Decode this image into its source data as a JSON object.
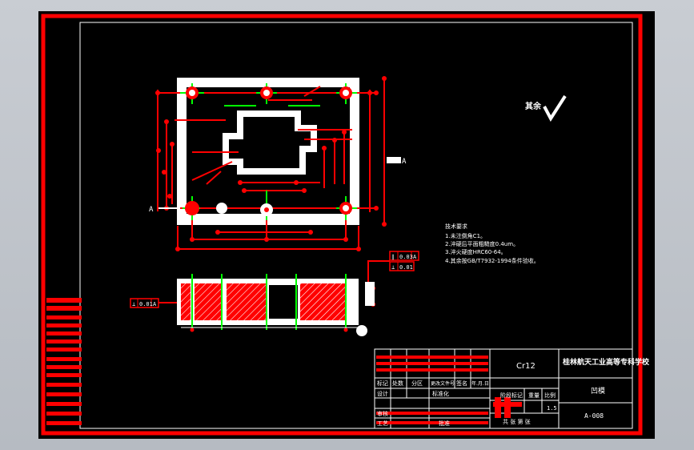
{
  "colors": {
    "background": "#000000",
    "frame": "#ff0000",
    "lines": "#ffffff",
    "center": "#00ff00",
    "viewer": "#c4c8ce"
  },
  "drawing": {
    "datum_label": "A",
    "datum_label_left": "A",
    "datum_tag": "A",
    "roughness_mark": "其余",
    "tolerance_top": {
      "symbol": "∥",
      "value": "0.03",
      "datum": "A"
    },
    "tolerance_mid": {
      "symbol": "⊥",
      "value": "0.01",
      "datum": ""
    },
    "tolerance_left": {
      "symbol": "⊥",
      "value": "0.01",
      "datum": "A"
    },
    "notes": {
      "heading": "技术要求",
      "lines": [
        "1.未注倒角C1。",
        "2.淬硬后平面粗糙度0.4um。",
        "3.淬火硬度HRC60-64。",
        "4.其余按GB/T7932-1994条件验收。"
      ]
    }
  },
  "title_block": {
    "material": "Cr12",
    "school": "桂林航天工业高等专科学校",
    "part_name": "凹模",
    "drawing_no": "A-008",
    "scale": "1.5",
    "labels": {
      "marks": "标记",
      "count": "处数",
      "zone": "分区",
      "change_doc": "更改文件号",
      "sign": "签名",
      "date": "年.月.日",
      "design": "设计",
      "standard": "标准化",
      "stage_mark": "阶段标记",
      "weight": "重量",
      "ratio": "比例",
      "audit": "审核",
      "process": "工艺",
      "approve": "批准",
      "sheets": "共  张  第  张"
    }
  }
}
